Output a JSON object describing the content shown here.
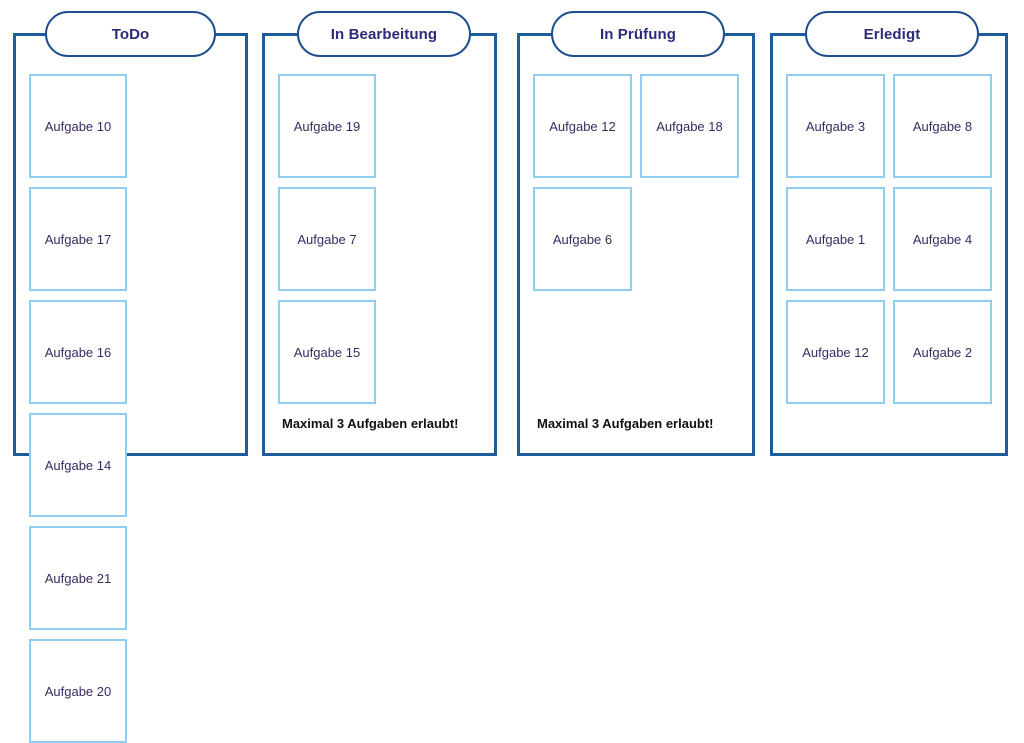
{
  "board": {
    "columns": [
      {
        "id": "todo",
        "title": "ToDo",
        "limit_note": "",
        "cards": [
          {
            "label": "Aufgabe 10"
          },
          {
            "label": "Aufgabe 17"
          },
          {
            "label": "Aufgabe 16"
          },
          {
            "label": "Aufgabe 14"
          },
          {
            "label": "Aufgabe 21"
          },
          {
            "label": "Aufgabe 20"
          }
        ]
      },
      {
        "id": "in-bearbeitung",
        "title": "In Bearbeitung",
        "limit_note": "Maximal 3 Aufgaben erlaubt!",
        "cards": [
          {
            "label": "Aufgabe 19"
          },
          {
            "label": "Aufgabe 7"
          },
          {
            "label": "Aufgabe 15"
          }
        ]
      },
      {
        "id": "in-pruefung",
        "title": "In Prüfung",
        "limit_note": "Maximal 3 Aufgaben erlaubt!",
        "cards": [
          {
            "label": "Aufgabe 12"
          },
          {
            "label": "Aufgabe 18"
          },
          {
            "label": "Aufgabe 6"
          }
        ]
      },
      {
        "id": "erledigt",
        "title": "Erledigt",
        "limit_note": "",
        "cards": [
          {
            "label": "Aufgabe 3"
          },
          {
            "label": "Aufgabe 8"
          },
          {
            "label": "Aufgabe 1"
          },
          {
            "label": "Aufgabe 4"
          },
          {
            "label": "Aufgabe 12"
          },
          {
            "label": "Aufgabe 2"
          }
        ]
      }
    ]
  },
  "colors": {
    "column_border": "#1F5C99",
    "pill_border": "#1F4E8C",
    "pill_text": "#2B2B7A",
    "card_border": "#8FCDF2",
    "card_text": "#3B2A63",
    "note_text": "#111111",
    "background": "#FFFFFF"
  }
}
